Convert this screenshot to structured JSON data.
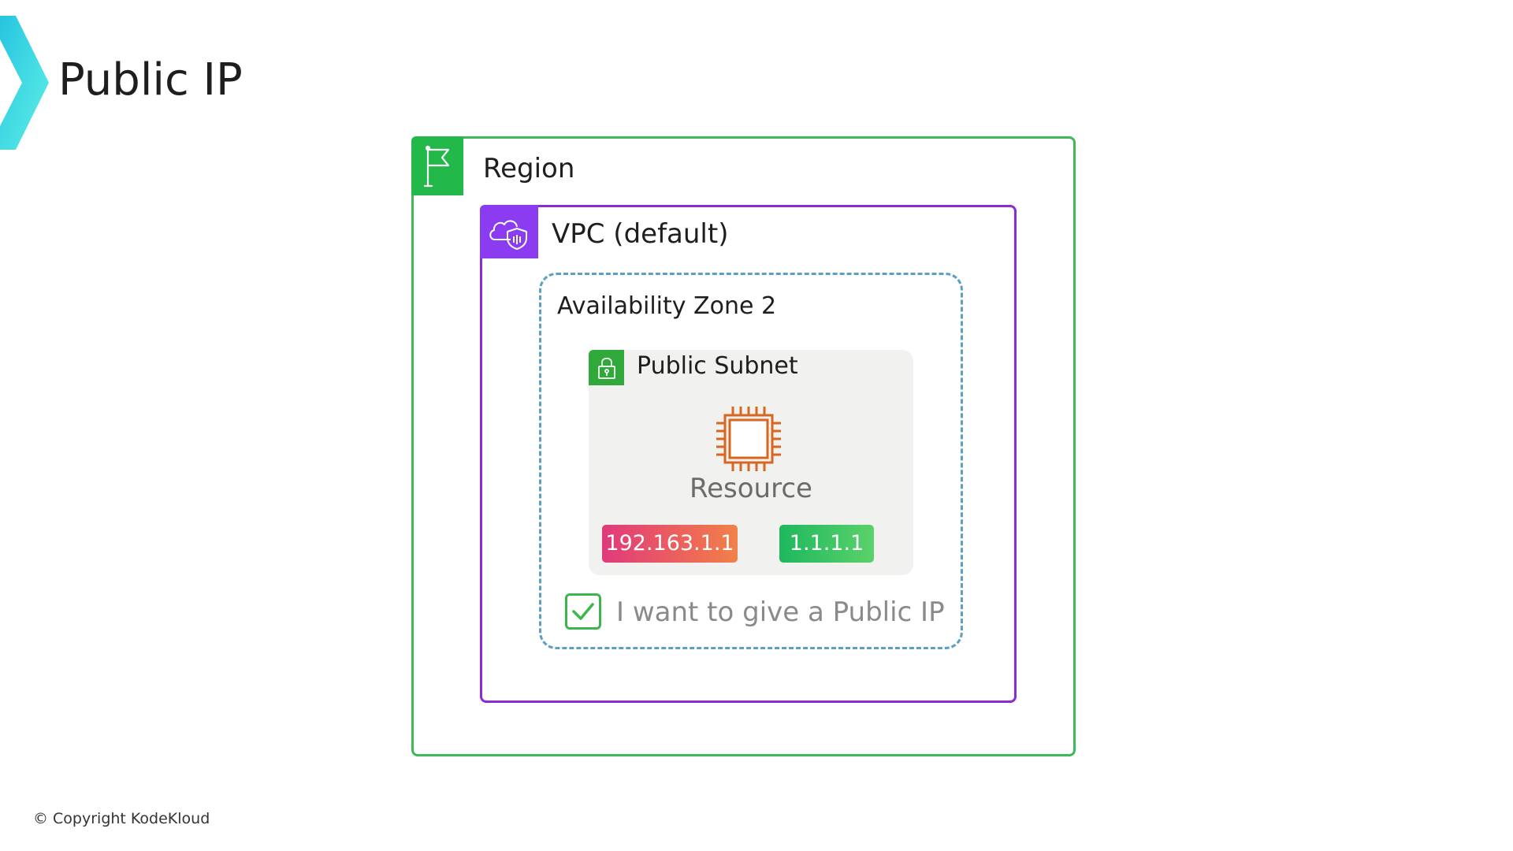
{
  "page": {
    "title": "Public IP",
    "copyright": "© Copyright KodeKloud"
  },
  "diagram": {
    "region": {
      "label": "Region",
      "icon": "flag-icon",
      "color": "#3fb857"
    },
    "vpc": {
      "label": "VPC (default)",
      "icon": "cloud-shield-icon",
      "color": "#8c2bd6"
    },
    "availability_zone": {
      "label": "Availability Zone 2",
      "color": "#5b9fc3"
    },
    "subnet": {
      "label": "Public Subnet",
      "icon": "lock-icon",
      "color": "#31a83a"
    },
    "resource": {
      "label": "Resource",
      "icon": "cpu-chip-icon",
      "color": "#d9661f"
    },
    "private_ip": "192.163.1.1",
    "public_ip": "1.1.1.1",
    "public_ip_option": {
      "label": "I want to give a Public IP",
      "checked": true
    }
  }
}
